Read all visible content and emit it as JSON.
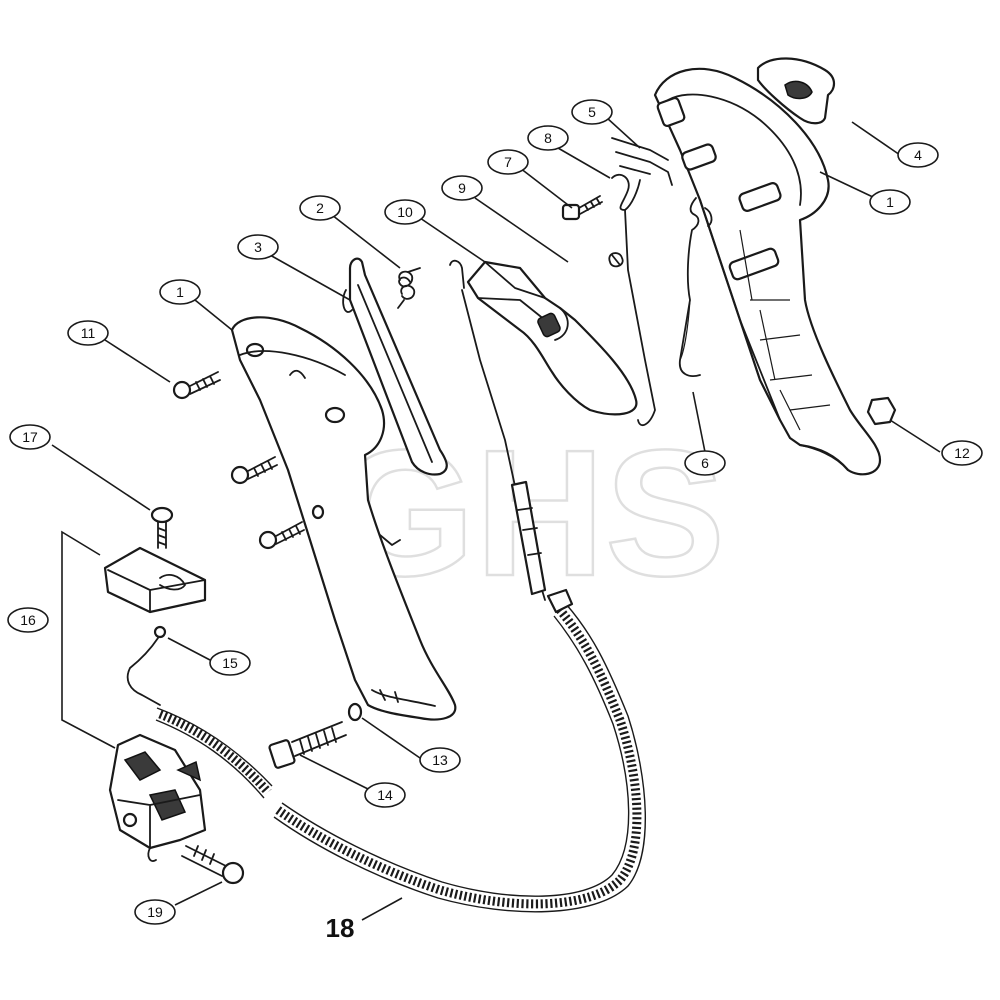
{
  "watermark": "GHS",
  "callouts": [
    {
      "id": "c1a",
      "label": "1"
    },
    {
      "id": "c1b",
      "label": "1"
    },
    {
      "id": "c2",
      "label": "2"
    },
    {
      "id": "c3",
      "label": "3"
    },
    {
      "id": "c4",
      "label": "4"
    },
    {
      "id": "c5",
      "label": "5"
    },
    {
      "id": "c6",
      "label": "6"
    },
    {
      "id": "c7",
      "label": "7"
    },
    {
      "id": "c8",
      "label": "8"
    },
    {
      "id": "c9",
      "label": "9"
    },
    {
      "id": "c10",
      "label": "10"
    },
    {
      "id": "c11",
      "label": "11"
    },
    {
      "id": "c12",
      "label": "12"
    },
    {
      "id": "c13",
      "label": "13"
    },
    {
      "id": "c14",
      "label": "14"
    },
    {
      "id": "c15",
      "label": "15"
    },
    {
      "id": "c16",
      "label": "16"
    },
    {
      "id": "c17",
      "label": "17"
    },
    {
      "id": "c19",
      "label": "19"
    }
  ],
  "cable_label": "18"
}
